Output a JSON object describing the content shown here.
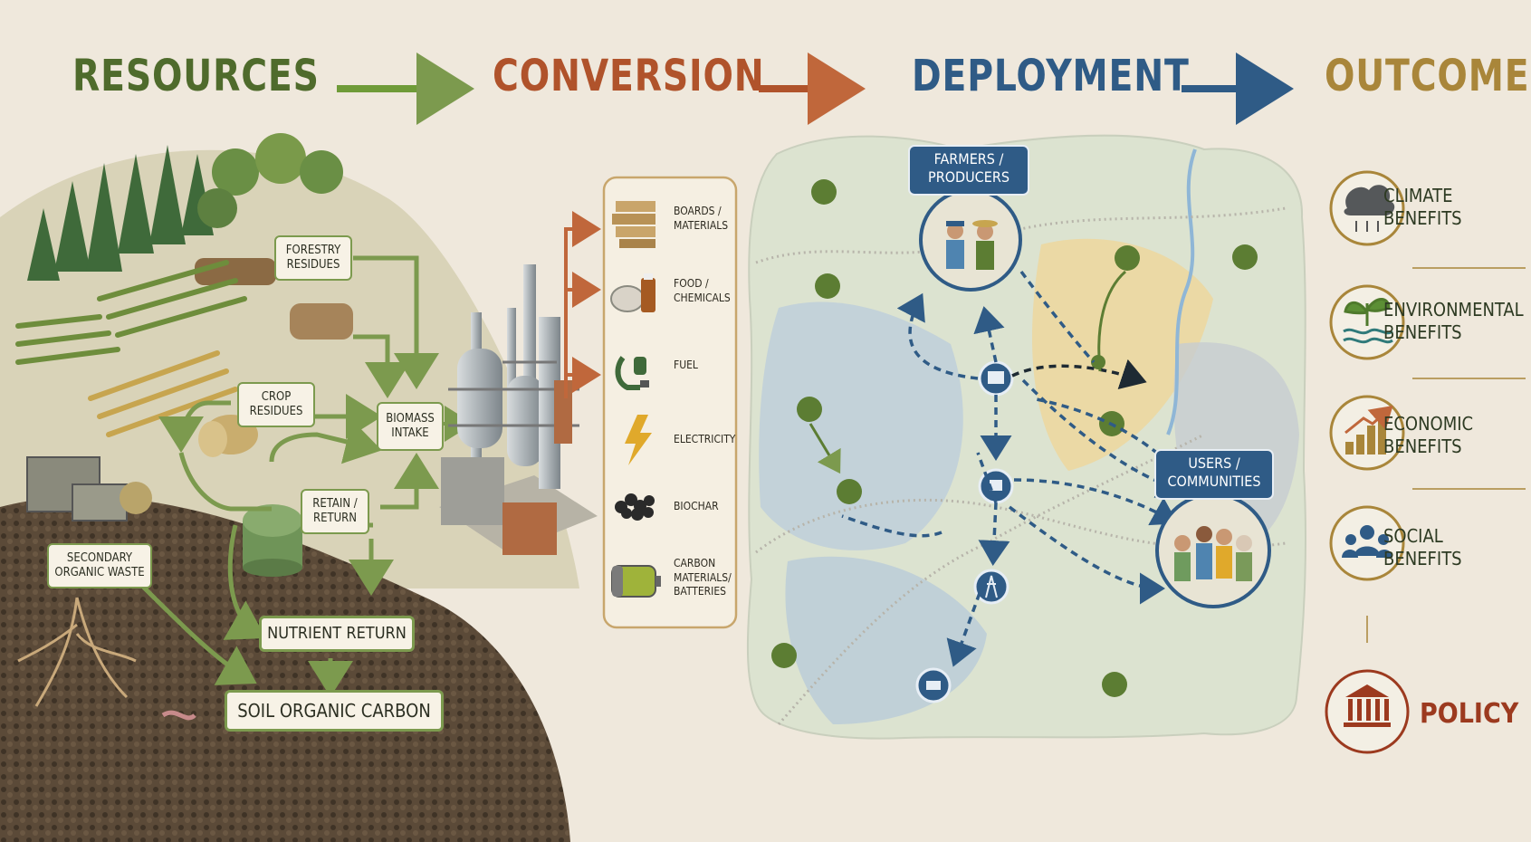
{
  "headers": {
    "resources": "RESOURCES",
    "conversion": "CONVERSION",
    "deployment": "DEPLOYMENT",
    "outcomes": "OUTCOMES"
  },
  "resources": {
    "forestry_residues": "FORESTRY\nRESIDUES",
    "crop_residues": "CROP\nRESIDUES",
    "biomass_intake": "BIOMASS\nINTAKE",
    "retain_return": "RETAIN /\nRETURN",
    "secondary_organic_waste": "SECONDARY\nORGANIC WASTE",
    "nutrient_return": "NUTRIENT RETURN",
    "soil_organic_carbon": "SOIL ORGANIC CARBON"
  },
  "products": [
    {
      "label": "BOARDS /\nMATERIALS",
      "icon": "boards-icon"
    },
    {
      "label": "FOOD /\nCHEMICALS",
      "icon": "food-chemicals-icon"
    },
    {
      "label": "FUEL",
      "icon": "fuel-nozzle-icon"
    },
    {
      "label": "ELECTRICITY",
      "icon": "lightning-icon"
    },
    {
      "label": "BIOCHAR",
      "icon": "biochar-icon"
    },
    {
      "label": "CARBON\nMATERIALS/\nBATTERIES",
      "icon": "battery-icon"
    }
  ],
  "deployment": {
    "farmers": "FARMERS /\nPRODUCERS",
    "users": "USERS /\nCOMMUNITIES"
  },
  "outcomes": [
    {
      "label": "CLIMATE\nBENEFITS",
      "icon": "cloud-rain-icon"
    },
    {
      "label": "ENVIRONMENTAL\nBENEFITS",
      "icon": "plant-water-icon"
    },
    {
      "label": "ECONOMIC\nBENEFITS",
      "icon": "growth-chart-icon"
    },
    {
      "label": "SOCIAL\nBENEFITS",
      "icon": "people-icon"
    }
  ],
  "policy": {
    "label": "POLICY",
    "icon": "institution-icon"
  },
  "colors": {
    "resources": "#4f6b2c",
    "conversion": "#b0532b",
    "deployment": "#2f5b86",
    "outcomes": "#a9863a",
    "green_arrow": "#7c9a4e",
    "policy": "#9c3a1f"
  }
}
